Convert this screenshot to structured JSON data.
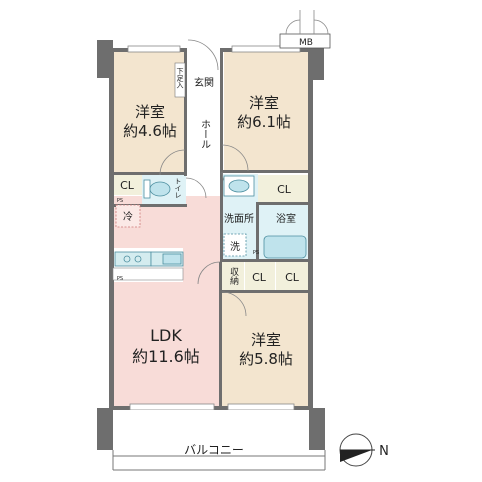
{
  "rooms": {
    "western_nw": {
      "name": "洋室",
      "size": "約4.6帖"
    },
    "western_ne": {
      "name": "洋室",
      "size": "約6.1帖"
    },
    "ldk": {
      "name": "LDK",
      "size": "約11.6帖"
    },
    "western_se": {
      "name": "洋室",
      "size": "約5.8帖"
    }
  },
  "labels": {
    "entrance": "玄関",
    "shoe_storage": "下足入",
    "hall": "ホール",
    "toilet": "トイレ",
    "washroom": "洗面所",
    "bathroom": "浴室",
    "laundry": "洗",
    "storage": "収納",
    "fridge": "冷",
    "closet": "CL",
    "meter_box": "MB",
    "pipe_space": "PS",
    "balcony": "バルコニー",
    "north": "N"
  },
  "colors": {
    "western_floor": "#f3e5cf",
    "ldk_floor": "#f8dcd8",
    "wet_area": "#dff2f6",
    "closet_floor": "#f2f0dc",
    "wall": "#6e6e6e",
    "fixture": "#8fc3d0"
  }
}
